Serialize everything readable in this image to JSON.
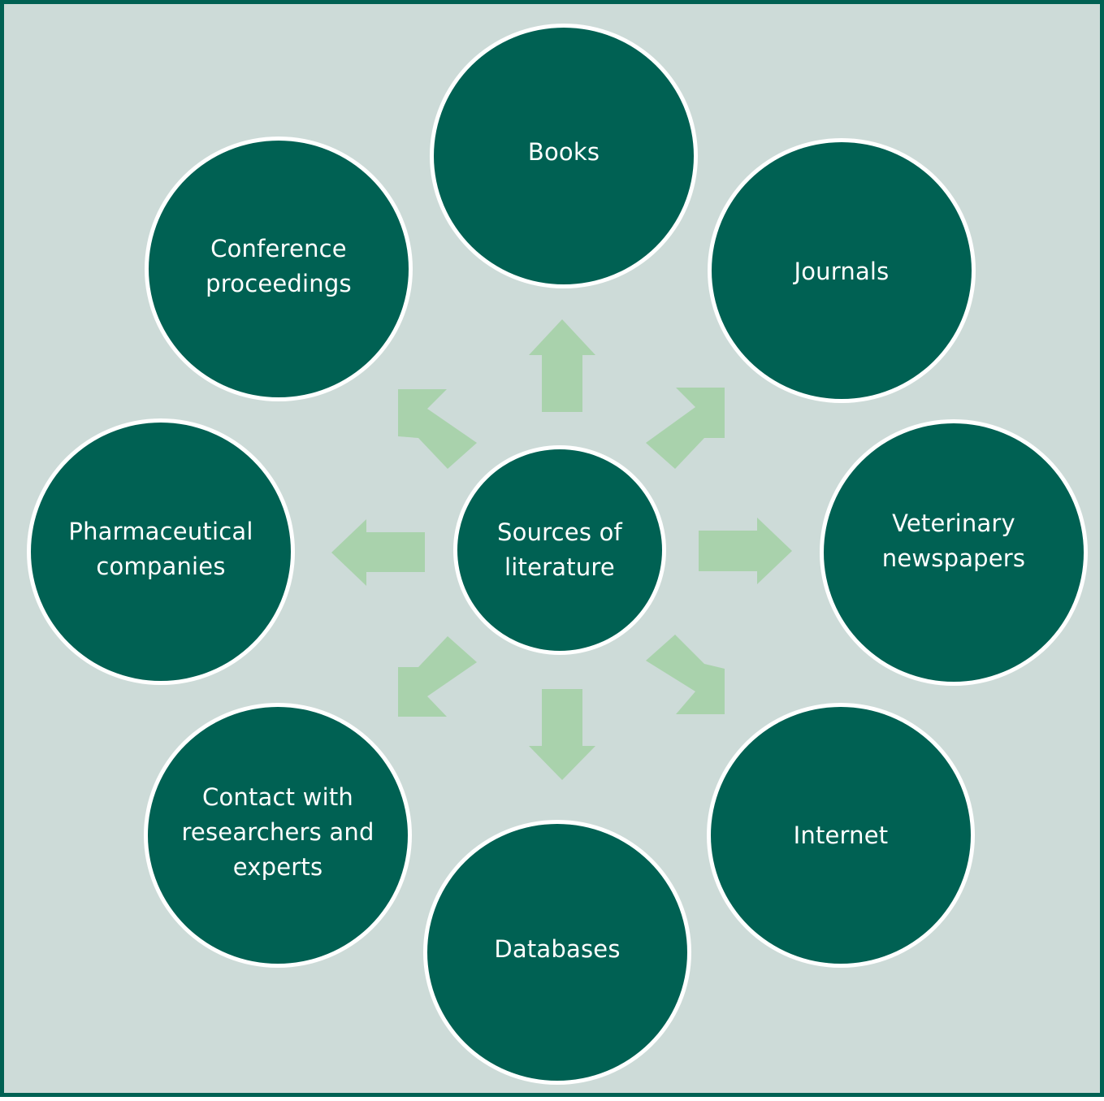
{
  "diagram": {
    "center": {
      "label": "Sources of\nliterature"
    },
    "nodes": [
      {
        "id": "books",
        "label": "Books"
      },
      {
        "id": "journals",
        "label": "Journals"
      },
      {
        "id": "veterinary-newspapers",
        "label": "Veterinary\nnewspapers"
      },
      {
        "id": "internet",
        "label": "Internet"
      },
      {
        "id": "databases",
        "label": "Databases"
      },
      {
        "id": "contact-researchers-experts",
        "label": "Contact with\nresearchers and\nexperts"
      },
      {
        "id": "pharmaceutical-companies",
        "label": "Pharmaceutical\ncompanies"
      },
      {
        "id": "conference-proceedings",
        "label": "Conference\nproceedings"
      }
    ],
    "colors": {
      "background": "#cddbd8",
      "frame": "#006153",
      "circle_fill": "#006153",
      "circle_border": "#ffffff",
      "arrow": "#a9d2ac",
      "text": "#ffffff"
    }
  }
}
